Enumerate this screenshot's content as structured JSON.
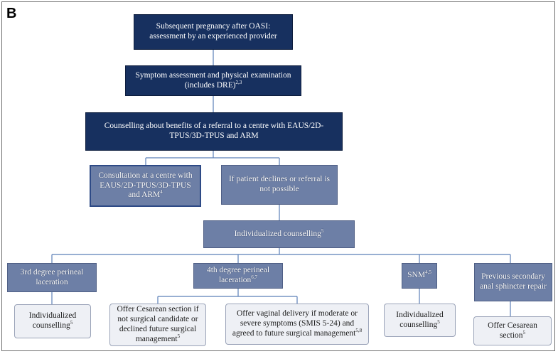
{
  "panel_label": "B",
  "nodes": {
    "n1": {
      "text": "Subsequent pregnancy after OASI: assessment by an experienced provider",
      "sup": ""
    },
    "n2": {
      "text": "Symptom assessment and physical examination (includes DRE)",
      "sup": "2,3"
    },
    "n3": {
      "text": "Counselling about benefits of a referral to a centre with EAUS/2D-TPUS/3D-TPUS and ARM",
      "sup": ""
    },
    "n4": {
      "text": "Consultation at a centre with EAUS/2D-TPUS/3D-TPUS and ARM",
      "sup": "4"
    },
    "n5": {
      "text": "If patient declines or referral is not possible",
      "sup": ""
    },
    "n6": {
      "text": "Individualized counselling",
      "sup": "5"
    },
    "n7": {
      "text": "3rd degree perineal laceration",
      "sup": ""
    },
    "n8": {
      "text": "4th degree perineal laceration",
      "sup": "6,7"
    },
    "n9": {
      "text": "SNM",
      "sup": "4,5"
    },
    "n10": {
      "text": "Previous secondary anal sphincter repair",
      "sup": ""
    },
    "n11": {
      "text": "Individualized counselling",
      "sup": "5"
    },
    "n12": {
      "text": "Offer Cesarean section if not surgical candidate or declined future surgical management",
      "sup": "5"
    },
    "n13": {
      "text": "Offer vaginal delivery if moderate or severe symptoms (SMIS 5-24) and agreed to future surgical management",
      "sup": "5,8"
    },
    "n14": {
      "text": "Individualized counselling",
      "sup": "5"
    },
    "n15": {
      "text": "Offer Cesarean section",
      "sup": "5"
    }
  },
  "colors": {
    "dark_fill": "#17305f",
    "mid_fill": "#6d7fa6",
    "light_fill": "#eef0f5",
    "connector": "#5b7fb8"
  }
}
